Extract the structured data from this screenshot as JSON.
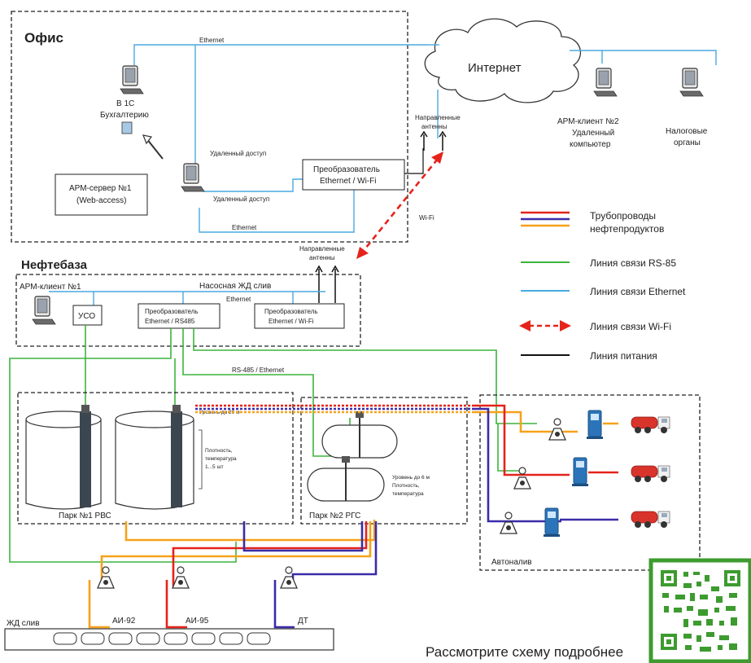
{
  "colors": {
    "ethernet": "#4aa9e0",
    "rs485": "#3db43d",
    "power": "#111111",
    "pipe_red": "#e5231b",
    "pipe_blue": "#3a2ca8",
    "pipe_orange": "#f6a21a",
    "wifi": "#e5231b",
    "qr_frame": "#3d9b2f"
  },
  "office": {
    "title": "Офис",
    "pc_label_line1": "В 1С",
    "pc_label_line2": "Бухгалтерию",
    "server_label_line1": "АРМ-сервер №1",
    "server_label_line2": "(Web-access)",
    "remote_access_1": "Удаленный доступ",
    "remote_access_2": "Удаленный доступ",
    "ethernet_top": "Ethernet",
    "ethernet_bottom": "Ethernet",
    "converter_line1": "Преобразователь",
    "converter_line2": "Ethernet / Wi-Fi"
  },
  "internet": {
    "label": "Интернет",
    "antenna_label_line1": "Направленные",
    "antenna_label_line2": "антенны",
    "client2_line1": "АРМ-клиент №2",
    "client2_line2": "Удаленный",
    "client2_line3": "компьютер",
    "tax_line1": "Налоговые",
    "tax_line2": "органы",
    "wifi_label": "Wi-Fi"
  },
  "legend": {
    "pipes_line1": "Трубопроводы",
    "pipes_line2": "нефтепродуктов",
    "rs485": "Линия связи RS-85",
    "ethernet": "Линия связи Ethernet",
    "wifi": "Линия связи Wi-Fi",
    "power": "Линия питания"
  },
  "depot": {
    "title": "Нефтебаза",
    "antenna_label_line1": "Направленные",
    "antenna_label_line2": "антенны",
    "client1": "АРМ-клиент №1",
    "pump_label": "Насосная ЖД слив",
    "uso": "УСО",
    "conv1_line1": "Преобразователь",
    "conv1_line2": "Ethernet / RS485",
    "conv2_line1": "Преобразователь",
    "conv2_line2": "Ethernet / Wi-Fi",
    "ethernet_label": "Ethernet",
    "rs485_label": "RS-485 / Ethernet"
  },
  "park1": {
    "title": "Парк №1 РВС",
    "level": "Уровень до 20 м",
    "density_line1": "Плотность,",
    "density_line2": "температура",
    "density_line3": "1...5 шт"
  },
  "park2": {
    "title": "Парк №2 РГС",
    "level_line1": "Уровень до 6 м",
    "level_line2": "Плотность,",
    "level_line3": "температура"
  },
  "autoload": {
    "title": "Автоналив"
  },
  "rail": {
    "label": "ЖД слив",
    "fuel1": "АИ-92",
    "fuel2": "АИ-95",
    "fuel3": "ДТ"
  },
  "footer": {
    "cta": "Рассмотрите схему подробнее"
  }
}
